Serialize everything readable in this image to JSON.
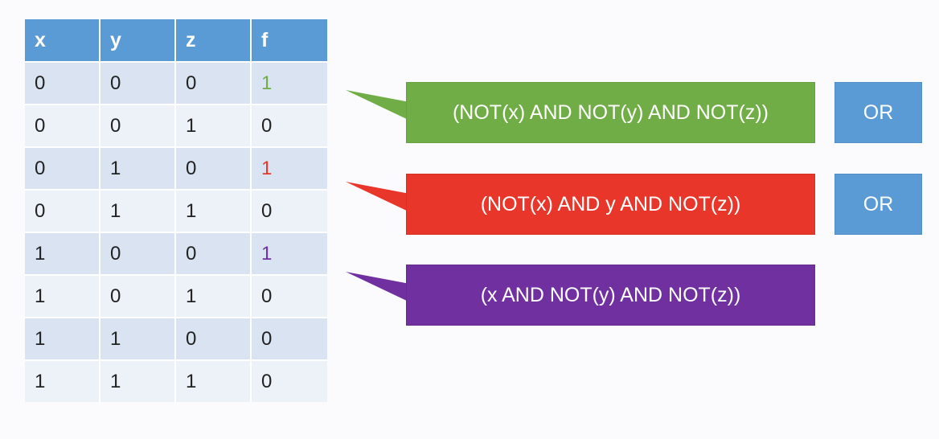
{
  "table": {
    "headers": [
      "x",
      "y",
      "z",
      "f"
    ],
    "rows": [
      [
        "0",
        "0",
        "0",
        "1"
      ],
      [
        "0",
        "0",
        "1",
        "0"
      ],
      [
        "0",
        "1",
        "0",
        "1"
      ],
      [
        "0",
        "1",
        "1",
        "0"
      ],
      [
        "1",
        "0",
        "0",
        "1"
      ],
      [
        "1",
        "0",
        "1",
        "0"
      ],
      [
        "1",
        "1",
        "0",
        "0"
      ],
      [
        "1",
        "1",
        "1",
        "0"
      ]
    ]
  },
  "callouts": [
    {
      "text": "(NOT(x) AND NOT(y) AND NOT(z))",
      "color": "#71ad47"
    },
    {
      "text": "(NOT(x) AND y AND NOT(z))",
      "color": "#e8372a"
    },
    {
      "text": "(x AND NOT(y) AND NOT(z))",
      "color": "#7030a0"
    }
  ],
  "operators": [
    "OR",
    "OR"
  ],
  "colors": {
    "header": "#5b9bd5",
    "row_odd": "#d9e3f1",
    "row_even": "#edf1f8",
    "or_box": "#5b9bd5",
    "f_row1": "#71ad47",
    "f_row3": "#e8372a",
    "f_row5": "#7030a0"
  }
}
